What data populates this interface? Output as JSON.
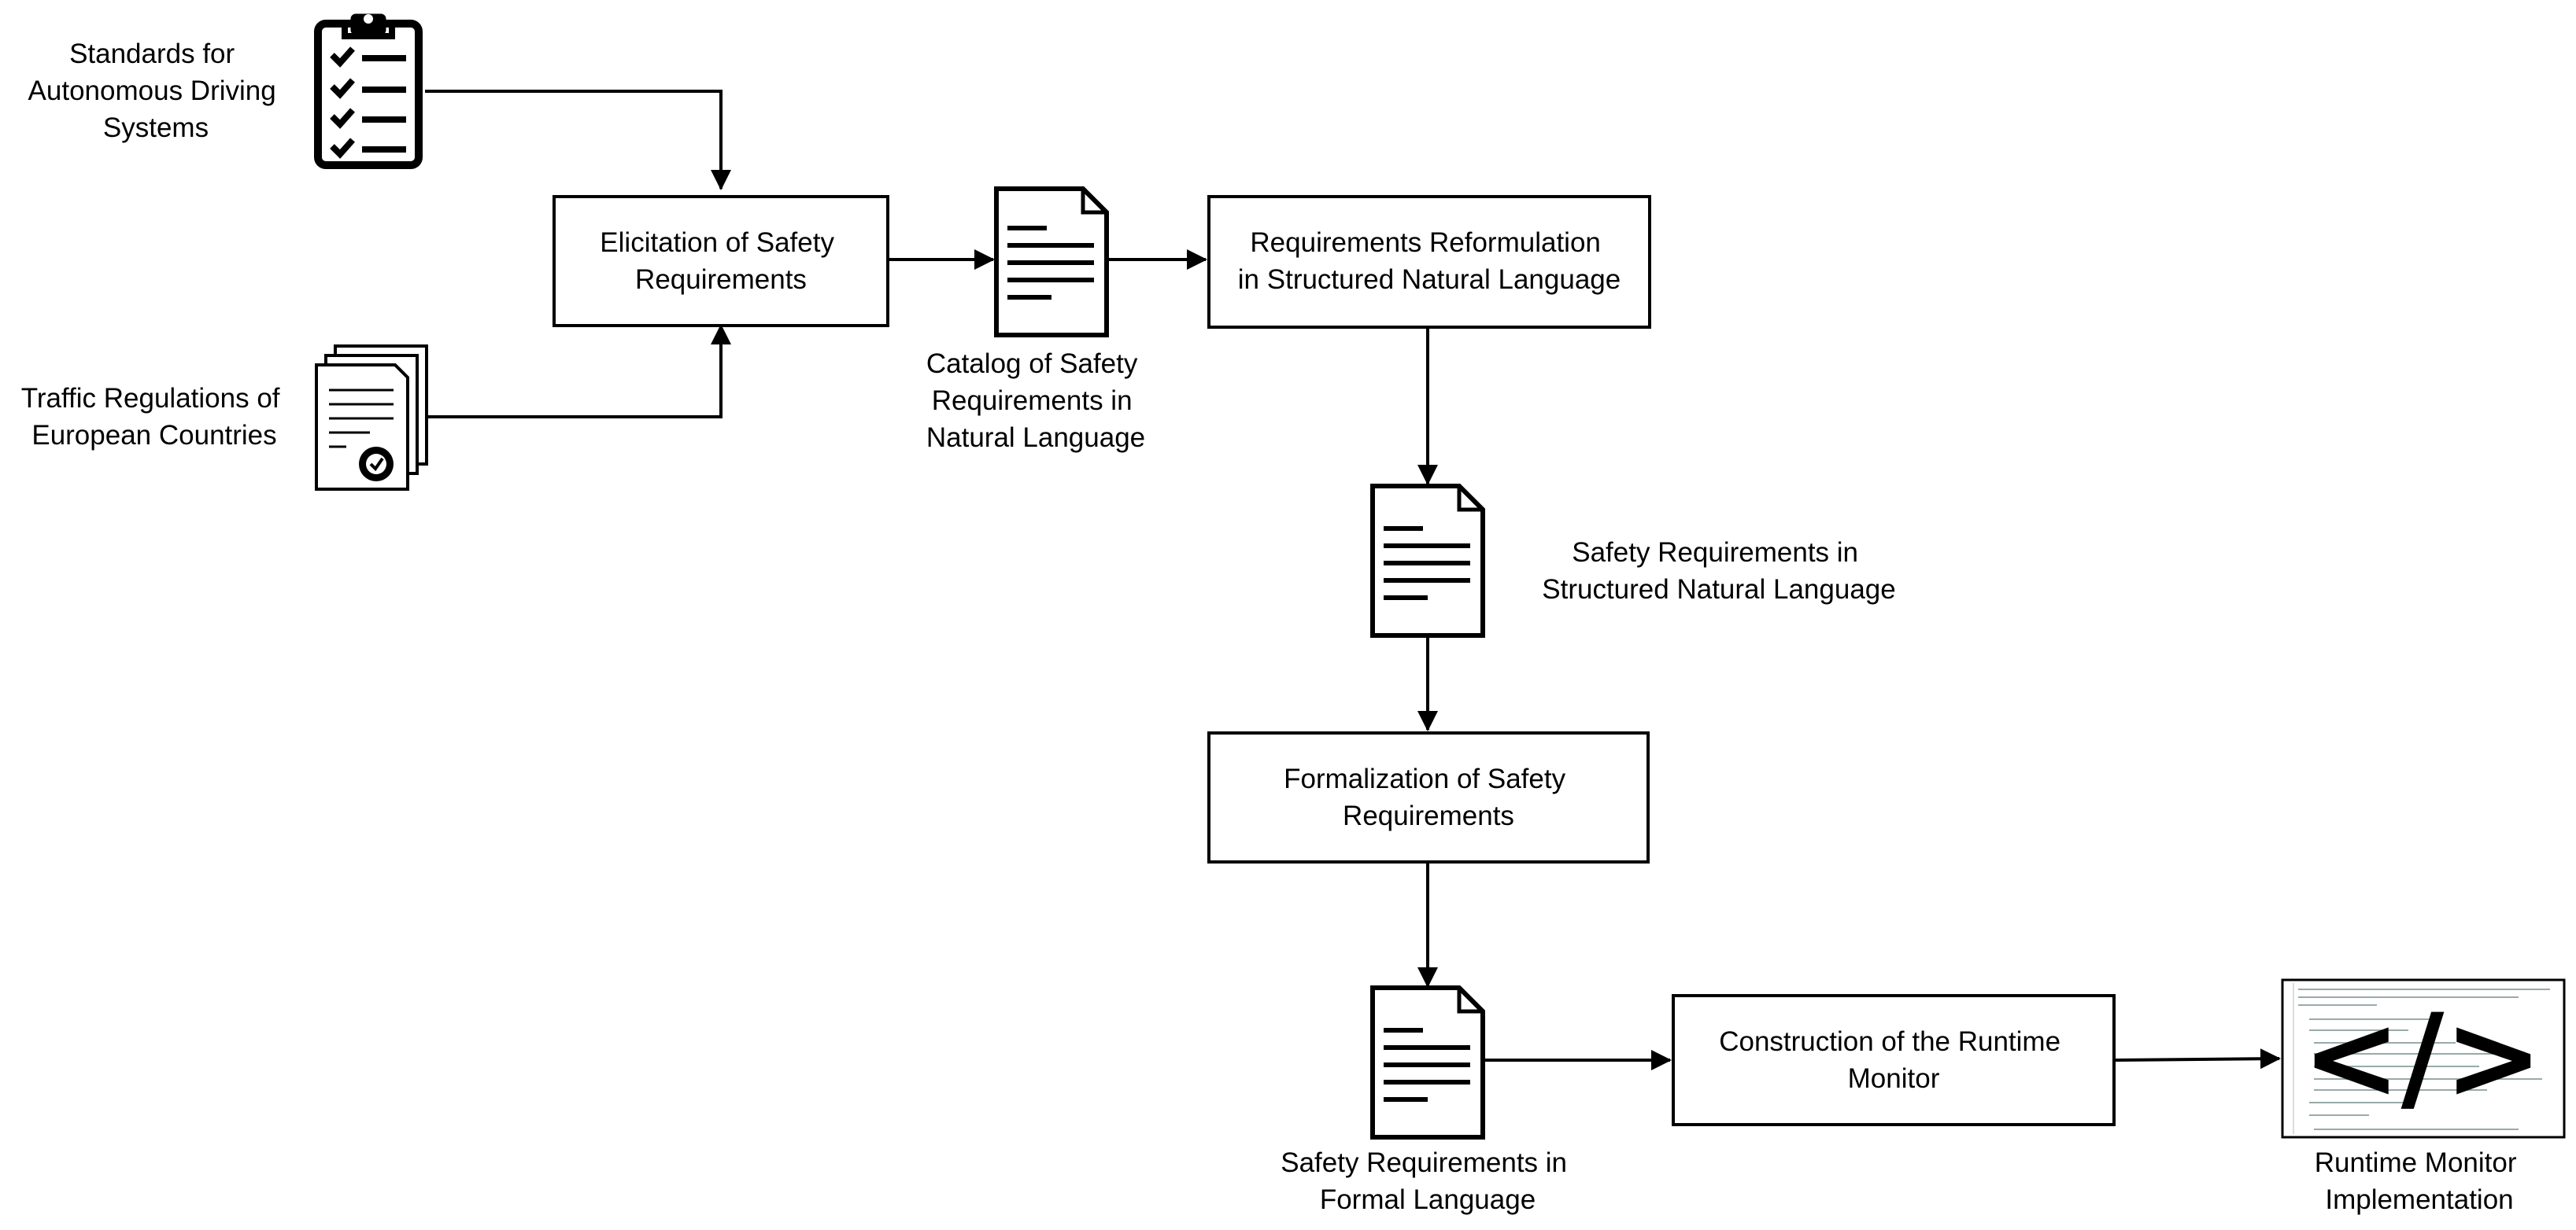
{
  "inputs": {
    "standards": [
      "Standards for",
      "Autonomous Driving",
      "Systems"
    ],
    "regulations": [
      "Traffic Regulations of",
      "European Countries"
    ]
  },
  "processes": {
    "elicitation": [
      "Elicitation of Safety",
      "Requirements"
    ],
    "reformulation": [
      "Requirements Reformulation",
      "in Structured Natural Language"
    ],
    "formalization": [
      "Formalization of Safety",
      "Requirements"
    ],
    "construction": [
      "Construction of the Runtime",
      "Monitor"
    ]
  },
  "artifacts": {
    "catalog": [
      "Catalog of Safety",
      "Requirements in",
      "Natural Language"
    ],
    "structured": [
      "Safety Requirements in",
      "Structured Natural Language"
    ],
    "formal": [
      "Safety Requirements in",
      "Formal Language"
    ],
    "implementation": [
      "Runtime Monitor",
      "Implementation"
    ]
  },
  "icons": {
    "standards": "clipboard-checklist-icon",
    "regulations": "certificate-documents-icon",
    "document": "document-icon",
    "code": "code-icon"
  },
  "code_glyph": "</>",
  "colors": {
    "stroke": "#000000",
    "background": "#ffffff"
  }
}
